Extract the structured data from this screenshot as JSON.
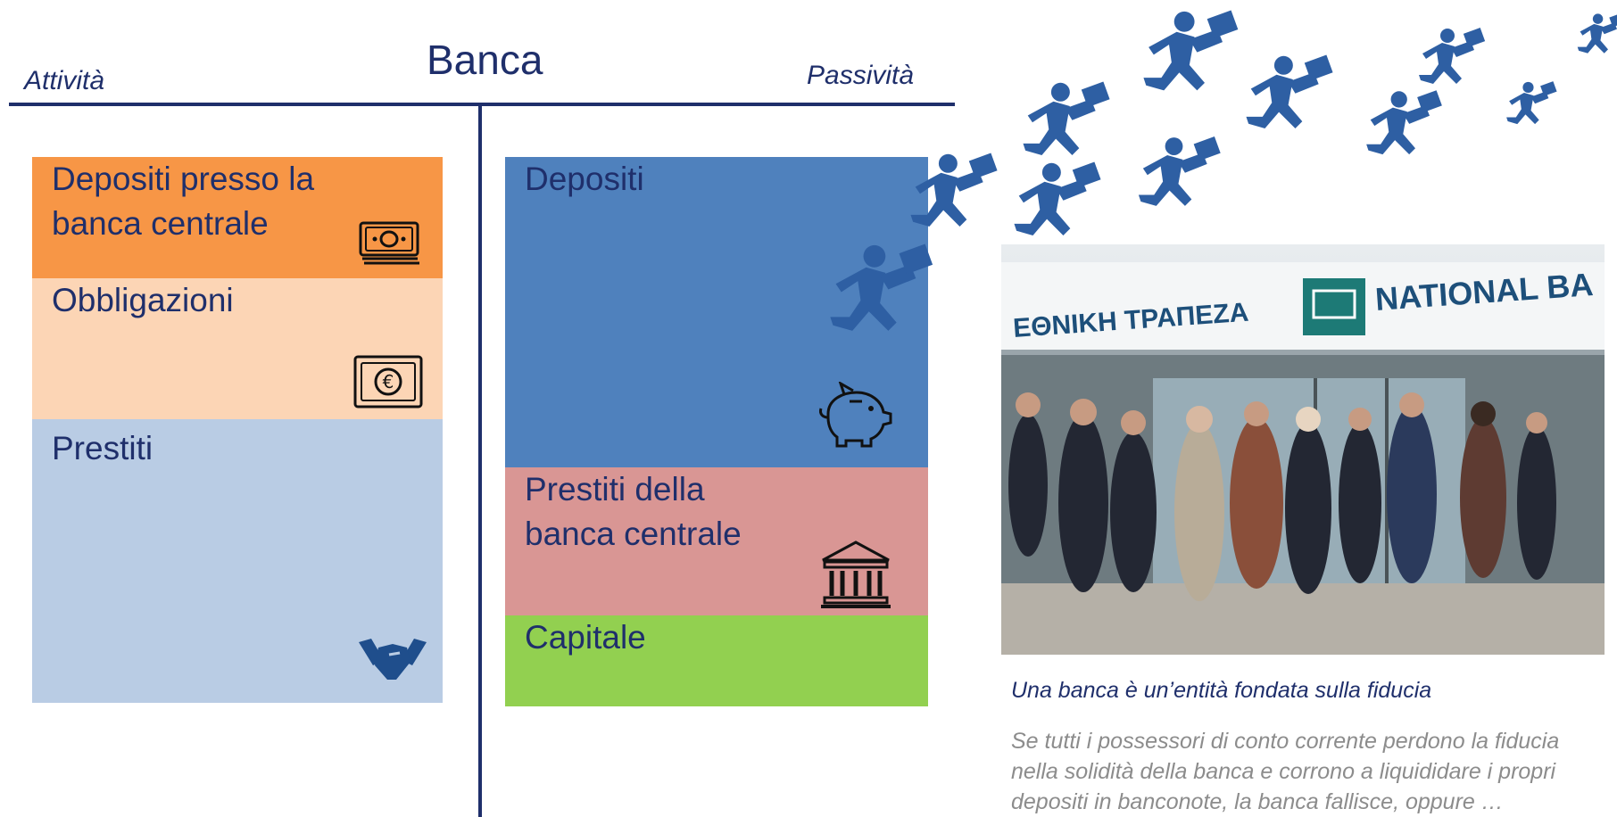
{
  "balance_sheet": {
    "title": "Banca",
    "assets_label": "Attività",
    "liabilities_label": "Passività",
    "assets": [
      {
        "label": "Depositi presso la banca centrale",
        "color": "#f79646",
        "icon": "banknote-icon"
      },
      {
        "label": "Obbligazioni",
        "color": "#fcd5b5",
        "icon": "euro-bill-icon"
      },
      {
        "label": "Prestiti",
        "color": "#b9cce4",
        "icon": "handshake-icon"
      }
    ],
    "liabilities": [
      {
        "label": "Depositi",
        "color": "#4f81bd",
        "icon": "piggy-bank-icon"
      },
      {
        "label": "Prestiti della banca centrale",
        "color": "#d99694",
        "icon": "bank-building-icon"
      },
      {
        "label": "Capitale",
        "color": "#92d050",
        "icon": ""
      }
    ]
  },
  "photo": {
    "greek_sign": "ΕΘΝΙΚΗ ΤΡΑΠΕΖΑ",
    "english_sign": "NATIONAL BA",
    "icon": "bank-run-photo"
  },
  "runners": {
    "icon": "running-man-icon",
    "color": "#2e5fa3"
  },
  "caption": "Una banca è un’entità fondata sulla fiducia",
  "description": "Se tutti i possessori di conto corrente perdono la fiducia nella solidità della banca e corrono a liquididare i propri depositi in banconote, la banca fallisce, oppure …"
}
